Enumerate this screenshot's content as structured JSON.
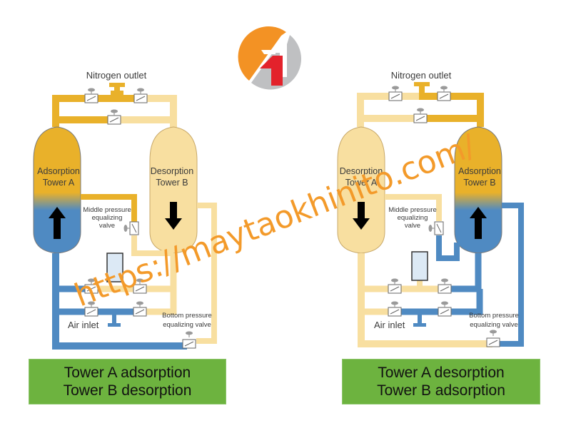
{
  "colors": {
    "adsorption_gold": "#e9b12a",
    "desorption_pale": "#f8dfa0",
    "air_blue": "#4f8ac2",
    "caption_green": "#6db33f",
    "watermark_orange": "#f39a2a",
    "logo_orange": "#f39224",
    "logo_gray": "#bfc0c2",
    "logo_red": "#e3222b"
  },
  "logo": {
    "name": "brand-logo"
  },
  "watermark": {
    "text": "https://maytaokhinito.com/"
  },
  "diagrams": [
    {
      "state": "Tower A adsorption / Tower B desorption",
      "nitrogen_outlet": "Nitrogen outlet",
      "tower_a": {
        "line1": "Adsorption",
        "line2": "Tower A",
        "mode": "adsorption",
        "flow": "up"
      },
      "tower_b": {
        "line1": "Desorption",
        "line2": "Tower B",
        "mode": "desorption",
        "flow": "down"
      },
      "middle_valve": {
        "line1": "Middle pressure",
        "line2": "equalizing",
        "line3": "valve"
      },
      "bottom_valve": {
        "line1": "Bottom pressure",
        "line2": "equalizing valve"
      },
      "air_inlet": "Air inlet",
      "caption": {
        "line1": "Tower A adsorption",
        "line2": "Tower B desorption"
      }
    },
    {
      "state": "Tower A desorption / Tower B adsorption",
      "nitrogen_outlet": "Nitrogen outlet",
      "tower_a": {
        "line1": "Desorption",
        "line2": "Tower A",
        "mode": "desorption",
        "flow": "down"
      },
      "tower_b": {
        "line1": "Adsorption",
        "line2": "Tower B",
        "mode": "adsorption",
        "flow": "up"
      },
      "middle_valve": {
        "line1": "Middle pressure",
        "line2": "equalizing",
        "line3": "valve"
      },
      "bottom_valve": {
        "line1": "Bottom pressure",
        "line2": "equalizing valve"
      },
      "air_inlet": "Air inlet",
      "caption": {
        "line1": "Tower A desorption",
        "line2": "Tower B adsorption"
      }
    }
  ]
}
